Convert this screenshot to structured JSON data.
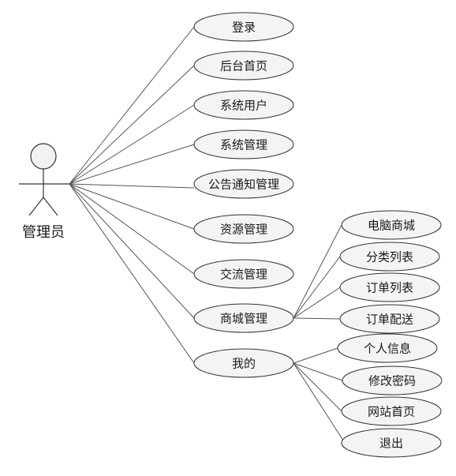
{
  "actor": {
    "label": "管理员"
  },
  "use_cases": [
    {
      "id": "login",
      "label": "登录"
    },
    {
      "id": "admin-home",
      "label": "后台首页"
    },
    {
      "id": "system-users",
      "label": "系统用户"
    },
    {
      "id": "system-manage",
      "label": "系统管理"
    },
    {
      "id": "notice-manage",
      "label": "公告通知管理"
    },
    {
      "id": "resource-manage",
      "label": "资源管理"
    },
    {
      "id": "exchange-manage",
      "label": "交流管理"
    },
    {
      "id": "mall-manage",
      "label": "商城管理"
    },
    {
      "id": "mine",
      "label": "我的"
    }
  ],
  "mall_children": [
    {
      "id": "computer-mall",
      "label": "电脑商城"
    },
    {
      "id": "category-list",
      "label": "分类列表"
    },
    {
      "id": "order-list",
      "label": "订单列表"
    },
    {
      "id": "order-delivery",
      "label": "订单配送"
    }
  ],
  "mine_children": [
    {
      "id": "personal-info",
      "label": "个人信息"
    },
    {
      "id": "change-password",
      "label": "修改密码"
    },
    {
      "id": "site-home",
      "label": "网站首页"
    },
    {
      "id": "logout",
      "label": "退出"
    }
  ]
}
